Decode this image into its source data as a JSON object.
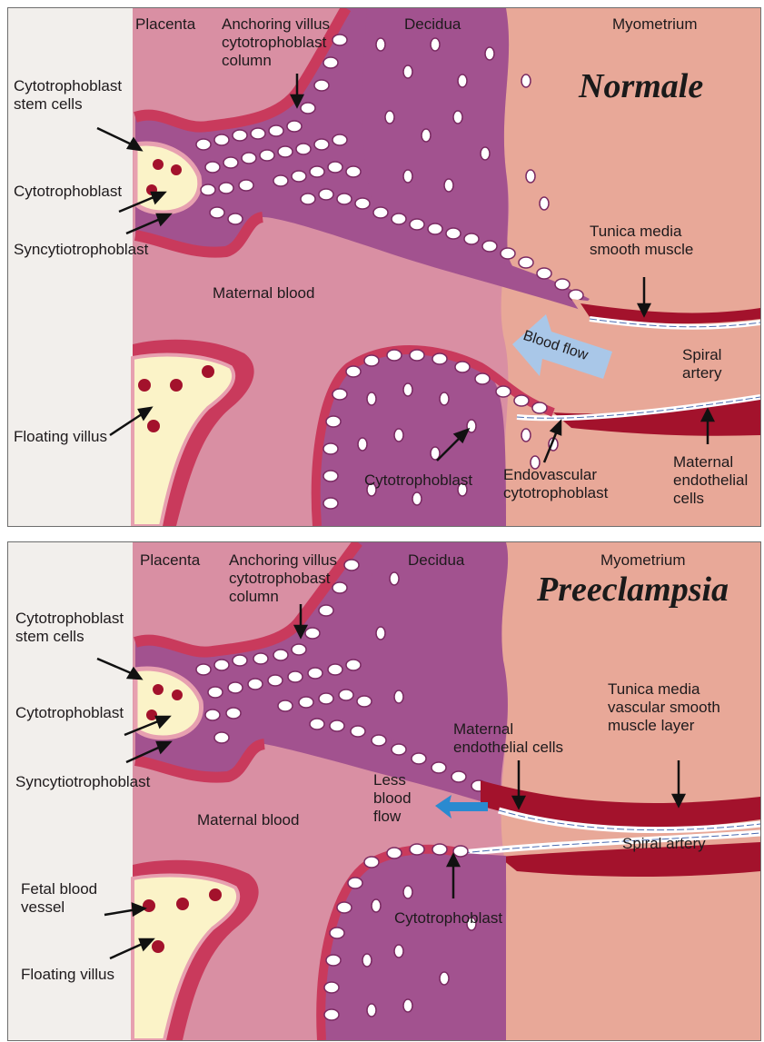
{
  "normal": {
    "title": "Normale",
    "labels": {
      "placenta": "Placenta",
      "anchoring": "Anchoring villus\ncytotrophoblast\ncolumn",
      "decidua": "Decidua",
      "myometrium": "Myometrium",
      "stem_cells": "Cytotrophoblast\nstem cells",
      "cytotrophoblast_1": "Cytotrophoblast",
      "syncytio": "Syncytiotrophoblast",
      "maternal_blood": "Maternal blood",
      "blood_flow": "Blood flow",
      "tunica": "Tunica media\nsmooth muscle",
      "spiral": "Spiral\nartery",
      "floating": "Floating villus",
      "cytotrophoblast_2": "Cytotrophoblast",
      "endovascular": "Endovascular\ncytotrophoblast",
      "maternal_endo": "Maternal\nendothelial\ncells"
    }
  },
  "pre": {
    "title": "Preeclampsia",
    "labels": {
      "placenta": "Placenta",
      "anchoring": "Anchoring villus\ncytotrophobast\ncolumn",
      "decidua": "Decidua",
      "myometrium": "Myometrium",
      "stem_cells": "Cytotrophoblast\nstem cells",
      "cytotrophoblast_1": "Cytotrophoblast",
      "syncytio": "Syncytiotrophoblast",
      "maternal_blood": "Maternal blood",
      "less_flow": "Less\nblood\nflow",
      "maternal_endo": "Maternal\nendothelial cells",
      "tunica": "Tunica media\nvascular smooth\nmuscle layer",
      "spiral": "Spiral artery",
      "fetal_vessel": "Fetal blood\nvessel",
      "floating": "Floating villus",
      "cytotrophoblast_2": "Cytotrophoblast"
    }
  },
  "colors": {
    "placenta_bg": "#f2efec",
    "maternal_blood": "#d98fa3",
    "decidua": "#a2528f",
    "myometrium": "#e8a898",
    "villus_edge": "#c93a5c",
    "villus_core": "#fbf3c8",
    "artery": "#a3122c",
    "arrow_normal": "#a9c7e8",
    "arrow_pre": "#2a8ad0"
  }
}
